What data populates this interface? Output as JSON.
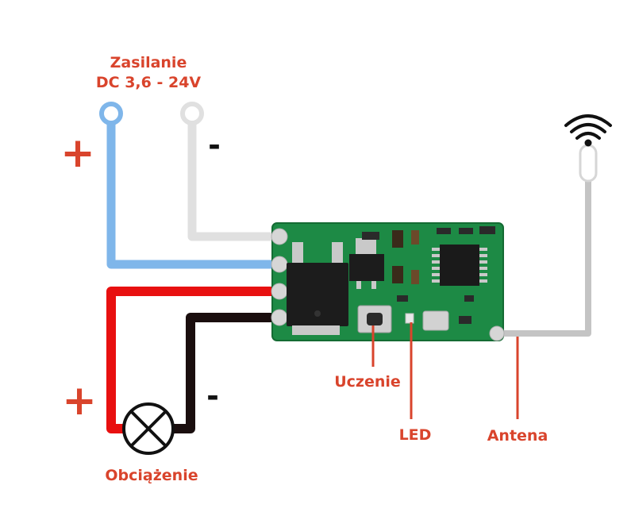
{
  "labels": {
    "power_line1": "Zasilanie",
    "power_line2": "DC 3,6 - 24V",
    "learn": "Uczenie",
    "led": "LED",
    "antenna": "Antena",
    "load": "Obciążenie",
    "plus": "+",
    "minus": "-"
  },
  "colors": {
    "label": "#d9442c",
    "supply_positive": "#7fb6ea",
    "supply_negative": "#e0e0e0",
    "load_positive": "#e81010",
    "load_negative": "#1a0e0e",
    "antenna_wire": "#c4c4c4",
    "pcb": "#1d8a45"
  }
}
